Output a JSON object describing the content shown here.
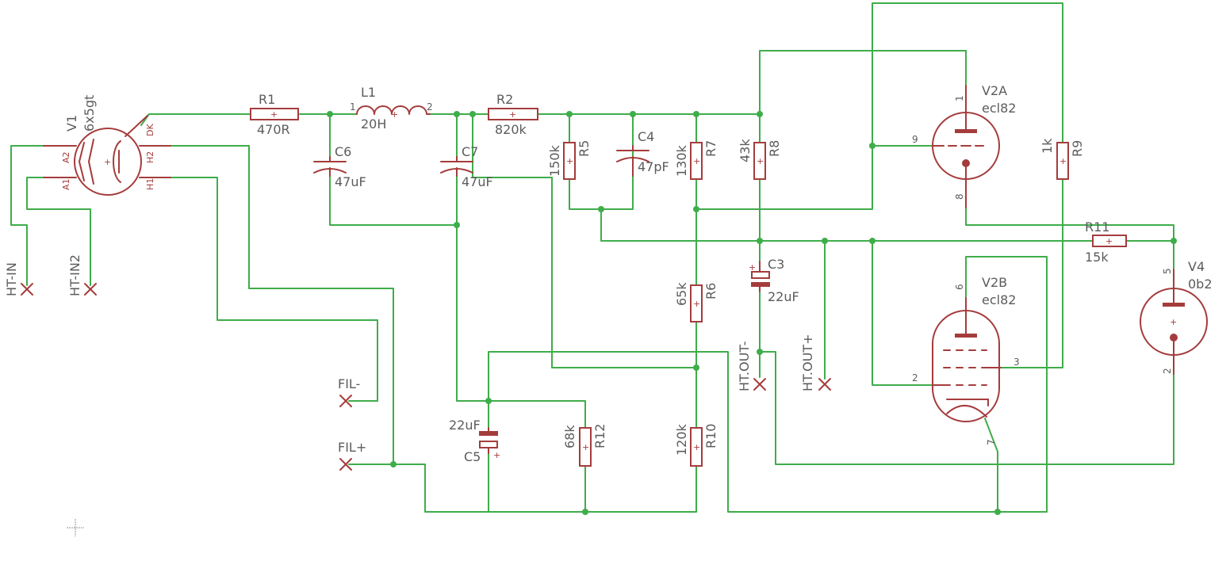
{
  "colors": {
    "wire": "#3fad4a",
    "symbol": "#a53c3c",
    "text": "#5c5c5c",
    "background": "#ffffff"
  },
  "parts": {
    "v1": {
      "name": "V1",
      "value": "6x5gt",
      "pins": {
        "a2": "A2",
        "a1": "A1",
        "dk": "DK",
        "h2": "H2",
        "h1": "H1"
      }
    },
    "r1": {
      "name": "R1",
      "value": "470R"
    },
    "l1": {
      "name": "L1",
      "value": "20H",
      "pin1": "1",
      "pin2": "2"
    },
    "r2": {
      "name": "R2",
      "value": "820k"
    },
    "c6": {
      "name": "C6",
      "value": "47uF"
    },
    "c7": {
      "name": "C7",
      "value": "47uF"
    },
    "r5": {
      "name": "R5",
      "value": "150k"
    },
    "c4": {
      "name": "C4",
      "value": "47pF"
    },
    "r7": {
      "name": "R7",
      "value": "130k"
    },
    "r8": {
      "name": "R8",
      "value": "43k"
    },
    "v2a": {
      "name": "V2A",
      "value": "ecl82",
      "pins": {
        "p1": "1",
        "p9": "9",
        "p8": "8"
      }
    },
    "r9": {
      "name": "R9",
      "value": "1k"
    },
    "r11": {
      "name": "R11",
      "value": "15k"
    },
    "v4": {
      "name": "V4",
      "value": "0b2",
      "pins": {
        "p5": "5",
        "p2": "2"
      }
    },
    "c3": {
      "name": "C3",
      "value": "22uF"
    },
    "r6": {
      "name": "R6",
      "value": "65k"
    },
    "v2b": {
      "name": "V2B",
      "value": "ecl82",
      "pins": {
        "p6": "6",
        "p2": "2",
        "p3": "3",
        "p7": "7"
      }
    },
    "c5": {
      "name": "C5",
      "value": "22uF"
    },
    "r12": {
      "name": "R12",
      "value": "68k"
    },
    "r10": {
      "name": "R10",
      "value": "120k"
    }
  },
  "connectors": {
    "ht_in": "HT-IN",
    "ht_in2": "HT-IN2",
    "fil_minus": "FIL-",
    "fil_plus": "FIL+",
    "ht_out_minus": "HT.OUT-",
    "ht_out_plus": "HT.OUT+"
  },
  "symbols": {
    "plus": "+"
  }
}
